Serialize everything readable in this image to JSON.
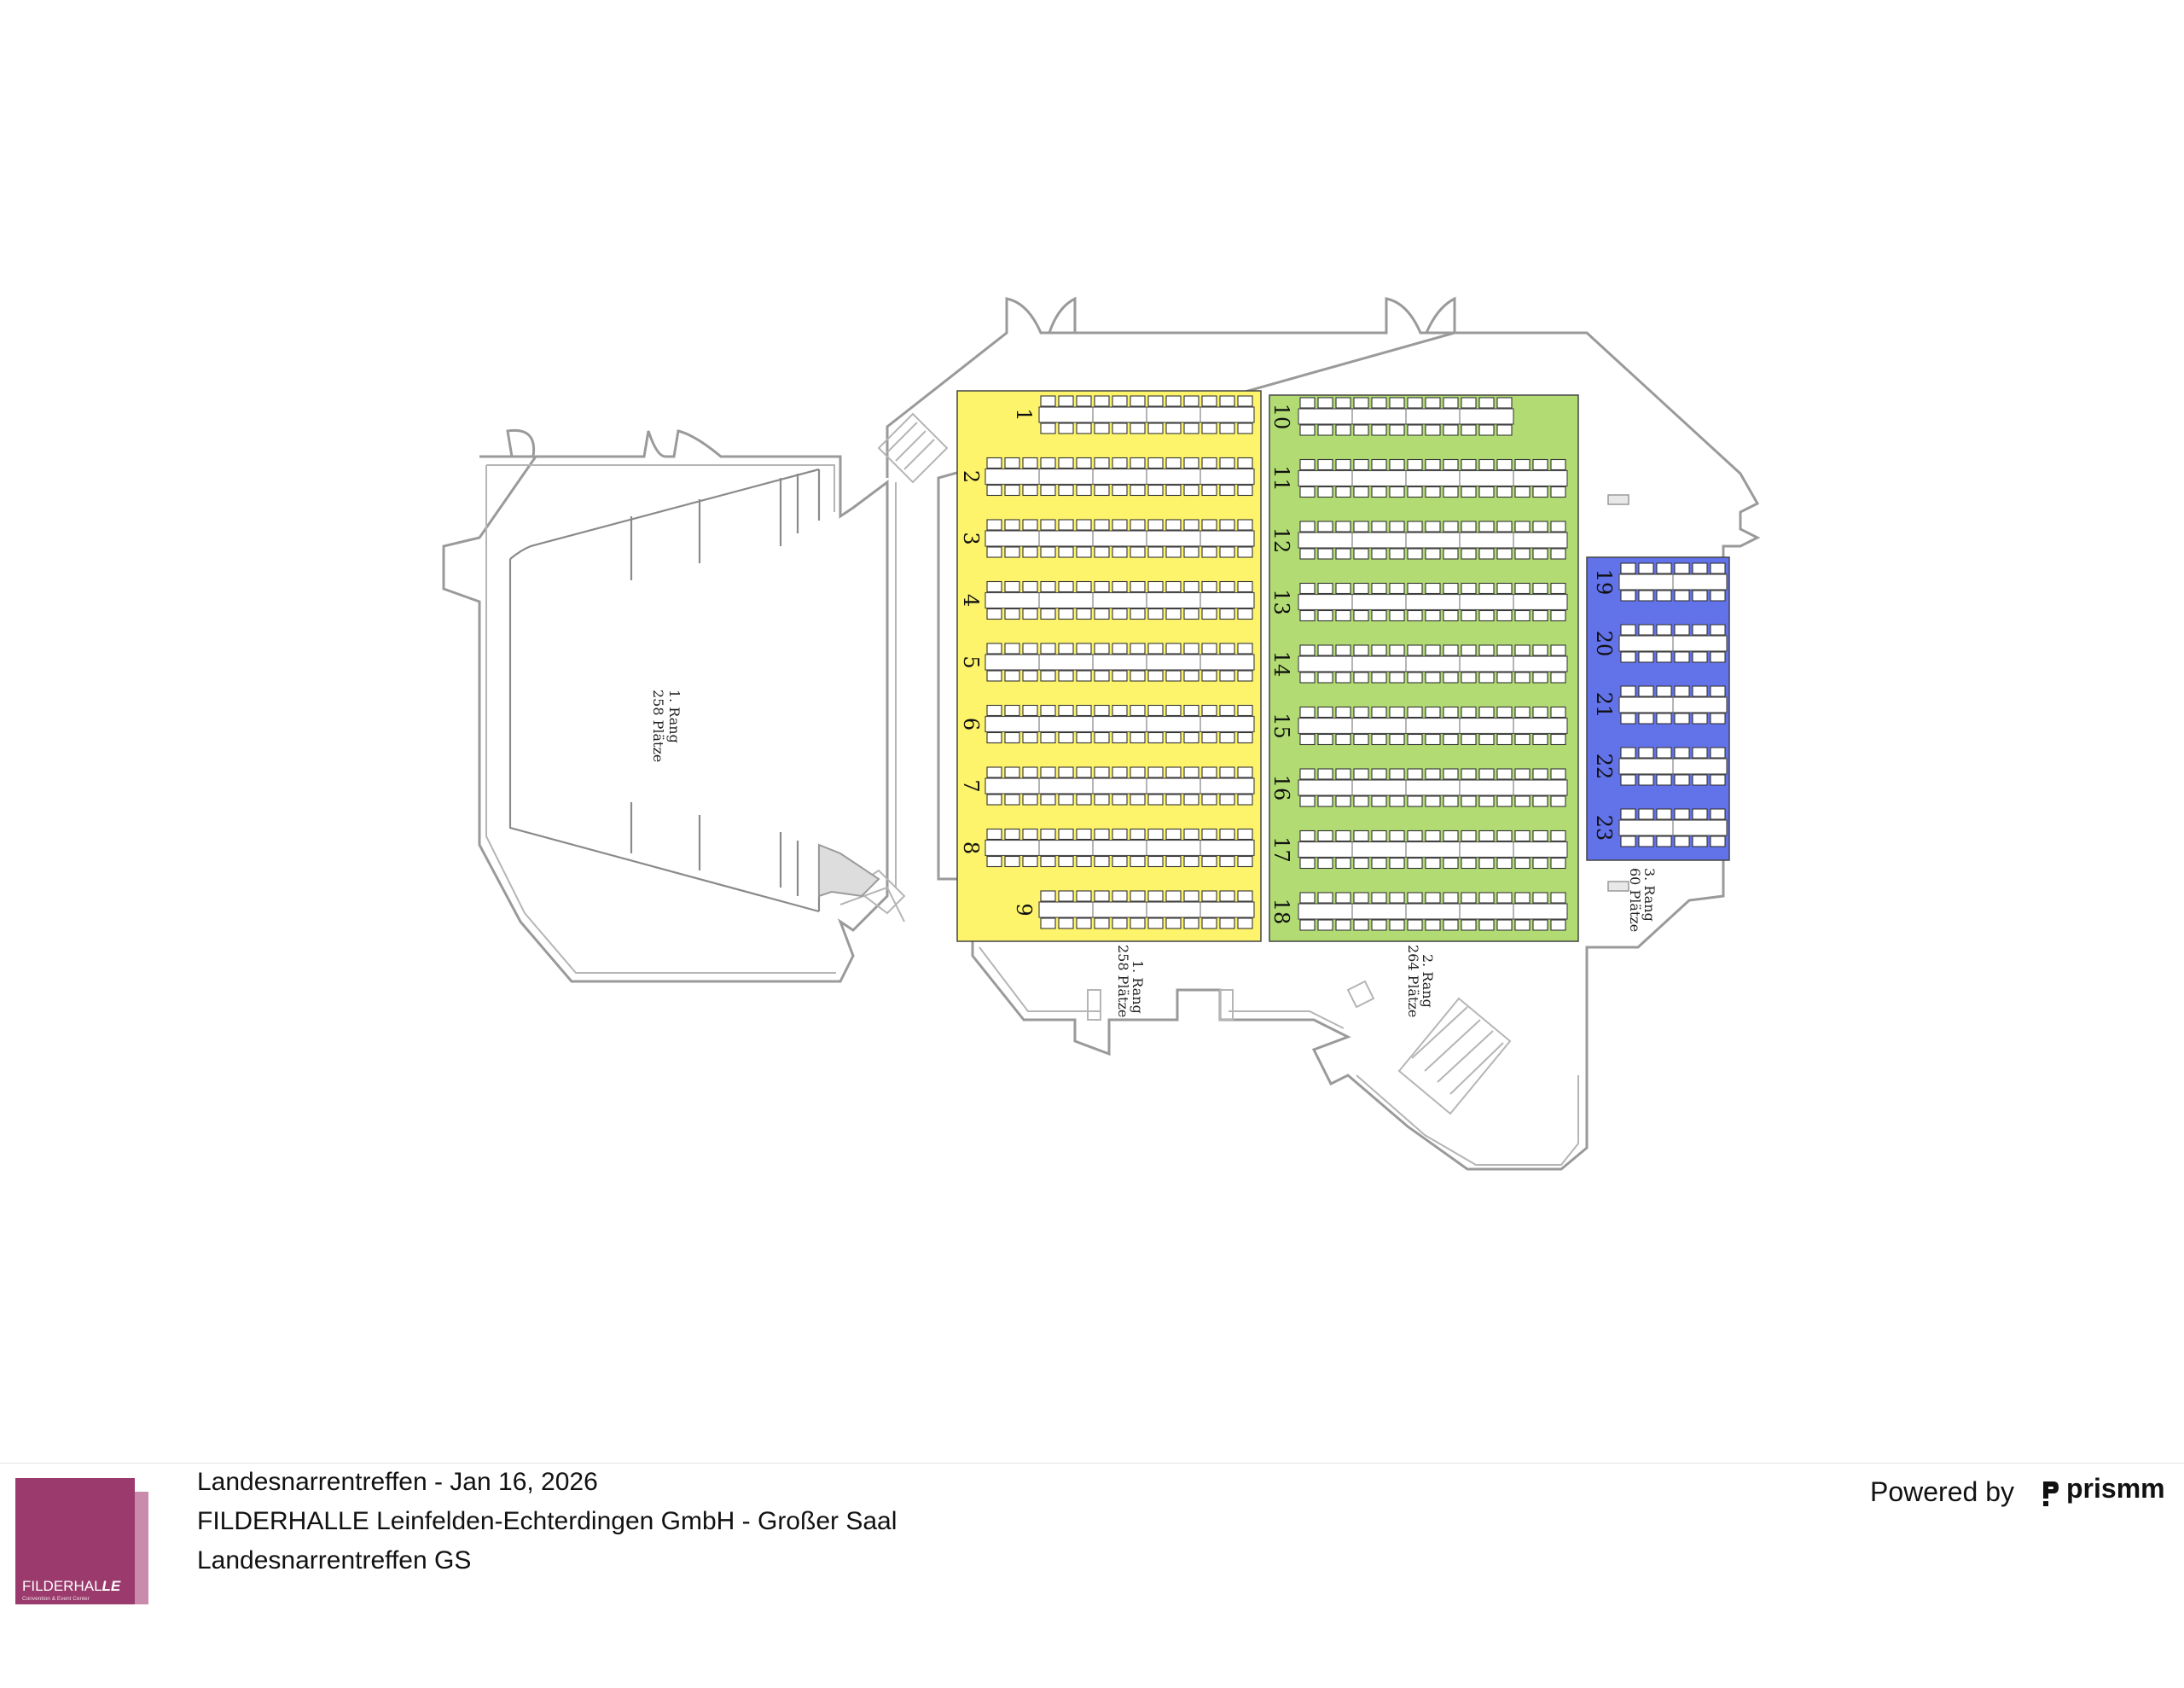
{
  "footer": {
    "line1": "Landesnarrentreffen - Jan 16, 2026",
    "line2": "FILDERHALLE Leinfelden-Echterdingen GmbH - Großer Saal",
    "line3": "Landesnarrentreffen GS",
    "powered_by": "Powered by",
    "brand": "prismm"
  },
  "logo": {
    "word_plain": "FILDERHAL",
    "word_bold": "LE",
    "tagline": "Convention & Event Center",
    "color": "#9b3b6d"
  },
  "areas": {
    "rang1": {
      "line1": "1. Rang",
      "line2": "258 Plätze",
      "color": "#fdf46c"
    },
    "rang2": {
      "line1": "2. Rang",
      "line2": "264 Plätze",
      "color": "#b2dc73"
    },
    "rang3": {
      "line1": "3. Rang",
      "line2": "60 Plätze",
      "color": "#6272e9"
    },
    "stage": {
      "line1": "1. Rang",
      "line2": "258 Plätze"
    }
  },
  "rows": {
    "rang1": [
      "1",
      "2",
      "3",
      "4",
      "5",
      "6",
      "7",
      "8",
      "9"
    ],
    "rang2": [
      "10",
      "11",
      "12",
      "13",
      "14",
      "15",
      "16",
      "17",
      "18"
    ],
    "rang3": [
      "19",
      "20",
      "21",
      "22",
      "23"
    ]
  },
  "icons": [
    "chair-icon",
    "stair-icon",
    "door-icon"
  ]
}
